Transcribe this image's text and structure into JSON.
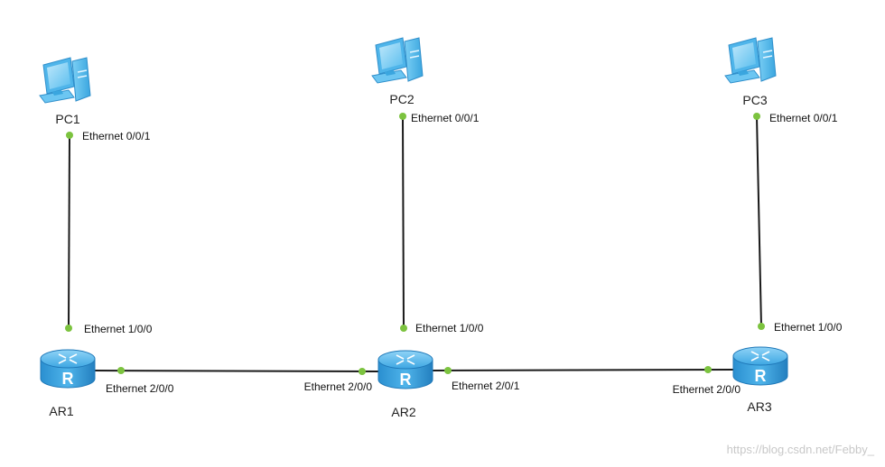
{
  "diagram": {
    "nodes": [
      {
        "id": "PC1",
        "label": "PC1",
        "kind": "pc"
      },
      {
        "id": "PC2",
        "label": "PC2",
        "kind": "pc"
      },
      {
        "id": "PC3",
        "label": "PC3",
        "kind": "pc"
      },
      {
        "id": "AR1",
        "label": "AR1",
        "kind": "router"
      },
      {
        "id": "AR2",
        "label": "AR2",
        "kind": "router"
      },
      {
        "id": "AR3",
        "label": "AR3",
        "kind": "router"
      }
    ],
    "router_badge": "R",
    "links": [
      {
        "from": "PC1",
        "from_port": "Ethernet 0/0/1",
        "to": "AR1",
        "to_port": "Ethernet 1/0/0"
      },
      {
        "from": "PC2",
        "from_port": "Ethernet 0/0/1",
        "to": "AR2",
        "to_port": "Ethernet 1/0/0"
      },
      {
        "from": "PC3",
        "from_port": "Ethernet 0/0/1",
        "to": "AR3",
        "to_port": "Ethernet 1/0/0"
      },
      {
        "from": "AR1",
        "from_port": "Ethernet 2/0/0",
        "to": "AR2",
        "to_port": "Ethernet 2/0/0"
      },
      {
        "from": "AR2",
        "from_port": "Ethernet 2/0/1",
        "to": "AR3",
        "to_port": "Ethernet 2/0/0"
      }
    ],
    "colors": {
      "port_dot": "#7cc33f",
      "link": "#1a1a1a",
      "router_body": "#2f9fe0",
      "pc_body": "#6cc6f2"
    }
  },
  "watermark": "https://blog.csdn.net/Febby_"
}
